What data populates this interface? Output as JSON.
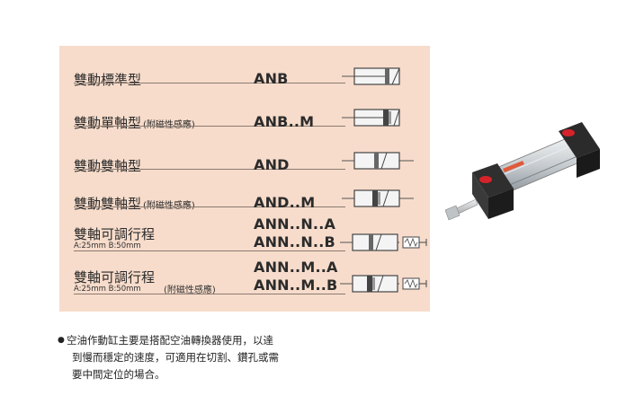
{
  "rows": [
    {
      "name": "雙動標準型",
      "sub_label": "",
      "note": "",
      "codes": [
        "ANB"
      ],
      "symbol": "double-acting-cylinder-symbol"
    },
    {
      "name": "雙動單軸型",
      "sub_label": "",
      "note": "(附磁性感應)",
      "codes": [
        "ANB..M"
      ],
      "symbol": "magnetic-cylinder-symbol"
    },
    {
      "name": "雙動雙軸型",
      "sub_label": "",
      "note": "",
      "codes": [
        "AND"
      ],
      "symbol": "double-rod-cylinder-symbol"
    },
    {
      "name": "雙動雙軸型",
      "sub_label": "",
      "note": "(附磁性感應)",
      "codes": [
        "AND..M"
      ],
      "symbol": "double-rod-magnetic-cylinder-symbol"
    },
    {
      "name": "雙軸可調行程",
      "sub_label": "A:25mm  B:50mm",
      "note": "",
      "codes": [
        "ANN..N..A",
        "ANN..N..B"
      ],
      "symbol": "adjustable-stroke-cylinder-symbol"
    },
    {
      "name": "雙軸可調行程",
      "sub_label": "A:25mm  B:50mm",
      "note": "(附磁性感應)",
      "codes": [
        "ANN..M..A",
        "ANN..M..B"
      ],
      "symbol": "adjustable-stroke-magnetic-cylinder-symbol"
    }
  ],
  "note": {
    "line1": "空油作動缸主要是搭配空油轉換器使用，以達",
    "line2": "到慢而穩定的速度，可適用在切割、鑽孔或需",
    "line3": "要中間定位的場合。"
  },
  "colors": {
    "panel": "#f7dccb",
    "seal": "#d6232a",
    "body": "#cfd3d6"
  }
}
